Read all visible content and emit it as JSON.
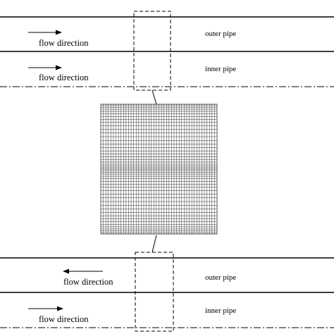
{
  "top_section": {
    "flow_label_outer": "flow direction",
    "flow_label_inner": "flow direction",
    "outer_pipe_label": "outer pipe",
    "inner_pipe_label": "inner pipe",
    "outer_flow_direction": "right",
    "inner_flow_direction": "right"
  },
  "bottom_section": {
    "flow_label_outer": "flow direction",
    "flow_label_inner": "flow direction",
    "outer_pipe_label": "outer pipe",
    "inner_pipe_label": "inner pipe",
    "outer_flow_direction": "left",
    "inner_flow_direction": "right"
  },
  "mesh": {
    "columns": 46,
    "rows_each_half": 24,
    "refinement": "clustered toward the top, bottom and center line"
  },
  "colors": {
    "line": "#000000",
    "background": "#ffffff",
    "mesh_line": "#333333"
  }
}
